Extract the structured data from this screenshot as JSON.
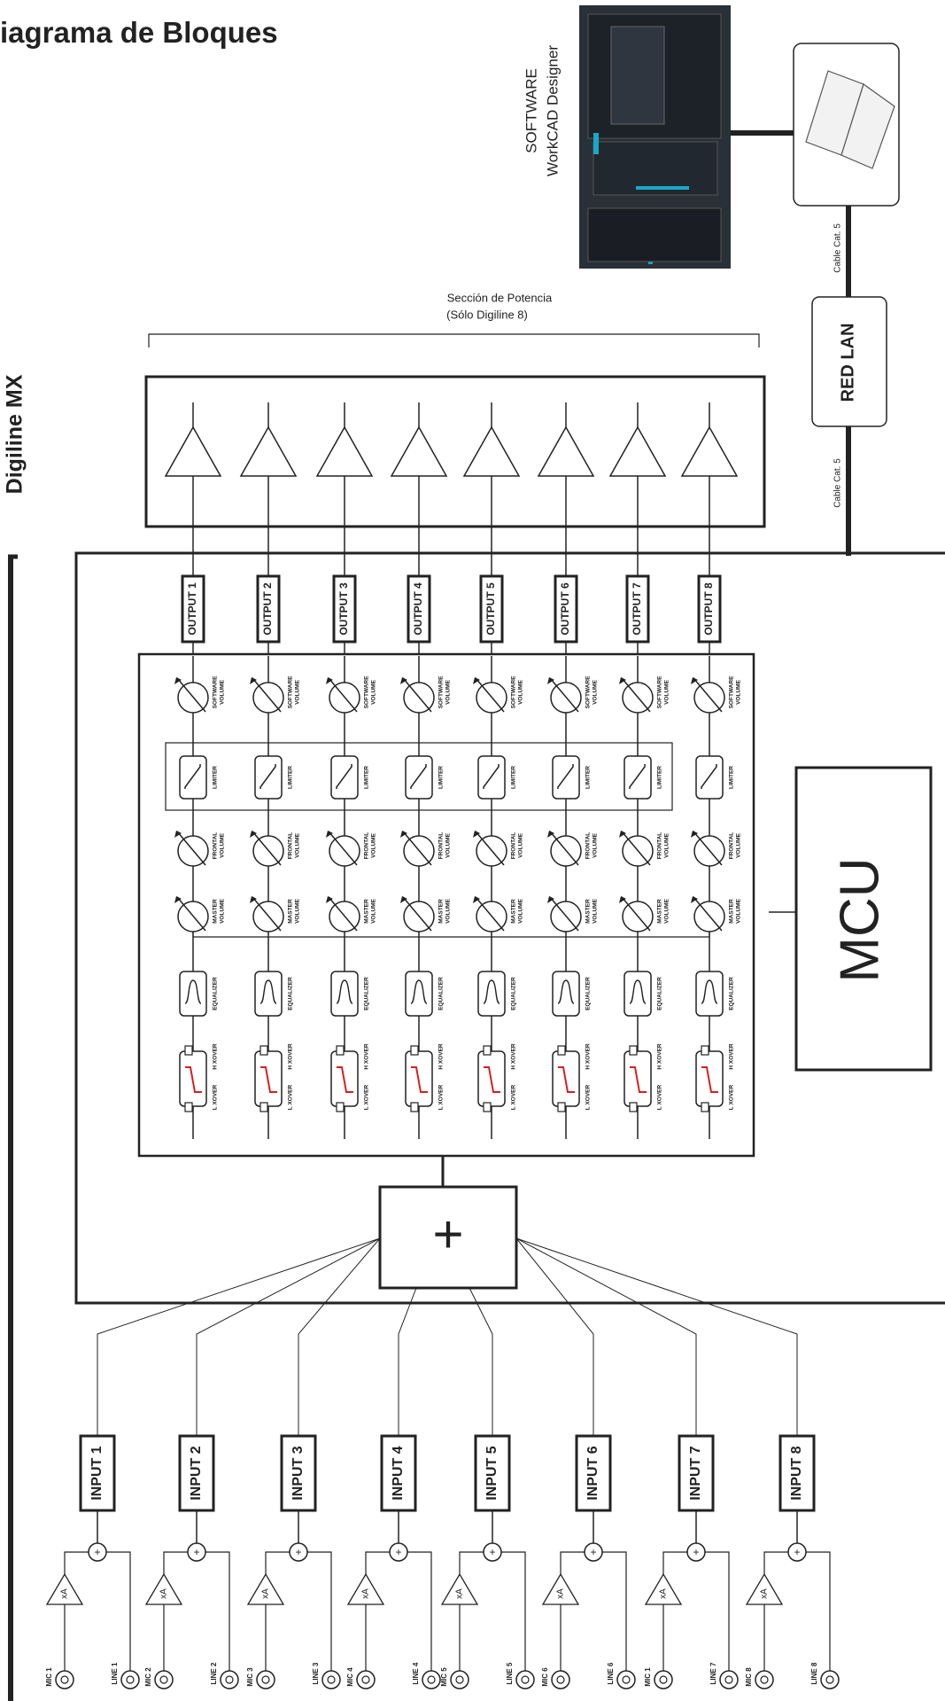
{
  "title": "iagrama de Bloques",
  "software_label_1": "SOFTWARE",
  "software_label_2": "WorkCAD Designer",
  "device_name": "Digiline MX",
  "power_section_line_1": "Sección de Potencia",
  "power_section_line_2": "(Sólo Digiline 8)",
  "network_label": "RED  LAN",
  "cable_label_top": "Cable Cat. 5",
  "cable_label_bottom": "Cable Cat. 5",
  "mcu_label": "MCU",
  "mixer_symbol": "+",
  "outputs": [
    "OUTPUT 1",
    "OUTPUT 2",
    "OUTPUT 3",
    "OUTPUT 4",
    "OUTPUT 5",
    "OUTPUT 6",
    "OUTPUT 7",
    "OUTPUT 8"
  ],
  "inputs": [
    "INPUT 1",
    "INPUT 2",
    "INPUT 3",
    "INPUT 4",
    "INPUT 5",
    "INPUT 6",
    "INPUT 7",
    "INPUT 8"
  ],
  "mic_labels": [
    "MIC 1",
    "MIC 2",
    "MIC 3",
    "MIC 4",
    "MIC 5",
    "MIC 6",
    "MIC 1",
    "MIC 8"
  ],
  "line_labels": [
    "LINE 1",
    "LINE 2",
    "LINE 3",
    "LINE 4",
    "LINE 5",
    "LINE 6",
    "LINE 7",
    "LINE 8"
  ],
  "preamp_label": "xA",
  "sum_symbol": "+",
  "processing": {
    "software_volume": [
      "SOFTWARE",
      "VOLUME"
    ],
    "limiter": "LIMITER",
    "frontal_volume": [
      "FRONTAL",
      "VOLUME"
    ],
    "master_volume": [
      "MASTER",
      "VOLUME"
    ],
    "equalizer": "EQUALIZER",
    "h_xover": "H XOVER",
    "l_xover": "L XOVER"
  },
  "colors": {
    "line": "#222222",
    "xover_curve": "#d42020",
    "screen": "#2a3038",
    "screen_accent": "#1aa7c9"
  }
}
